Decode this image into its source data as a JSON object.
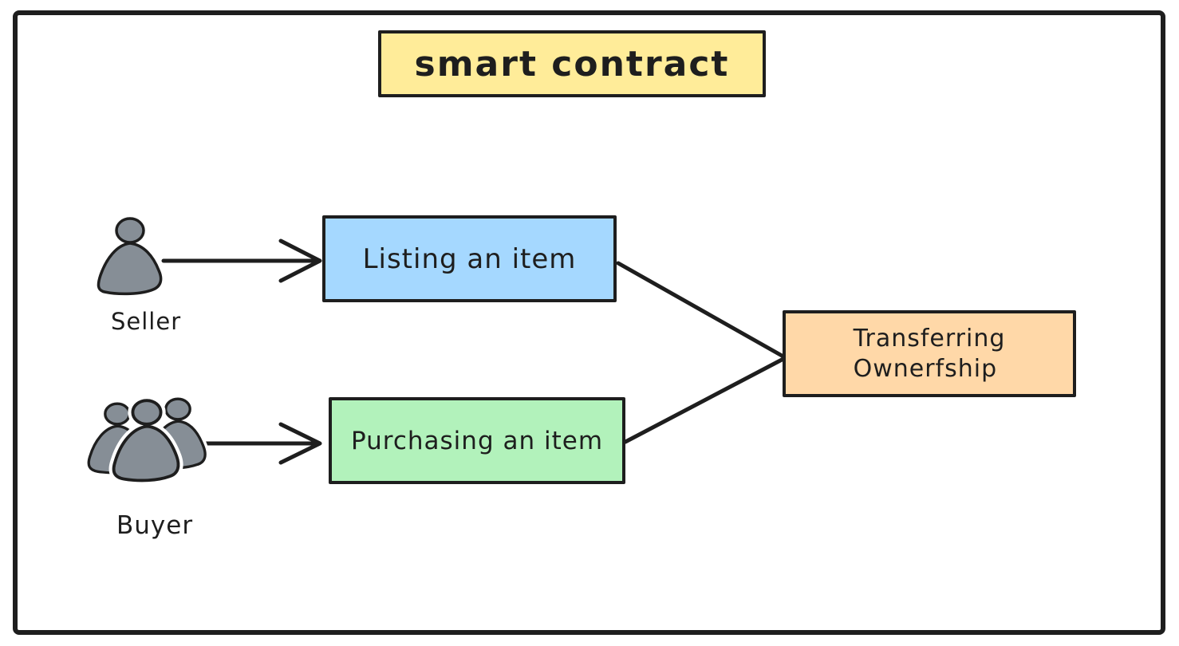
{
  "diagram": {
    "title": "smart contract",
    "nodes": {
      "listing": {
        "label": "Listing an item"
      },
      "purchasing": {
        "label": "Purchasing an item"
      },
      "transferring": {
        "label_line1": "Transferring",
        "label_line2": "Ownerfship"
      }
    },
    "actors": {
      "seller": {
        "label": "Seller",
        "icon": "person-icon"
      },
      "buyer": {
        "label": "Buyer",
        "icon": "people-group-icon"
      }
    },
    "colors": {
      "stroke": "#1e1e1e",
      "title_fill": "#ffec99",
      "listing_fill": "#a5d8ff",
      "purchasing_fill": "#b2f2bb",
      "transferring_fill": "#ffd8a8",
      "actor_fill": "#868e96",
      "canvas_bg": "#ffffff"
    }
  }
}
